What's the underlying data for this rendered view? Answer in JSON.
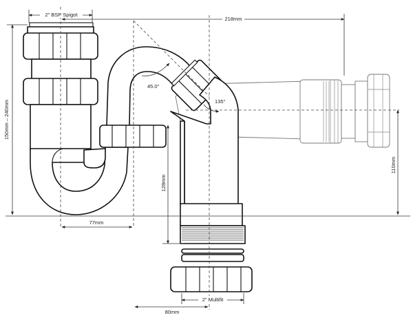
{
  "diagram": {
    "labels": {
      "spigot": "2\" BSP Spigot",
      "width_218": "218mm",
      "height_range": "150mm – 240mm",
      "angle_45": "45.0°",
      "angle_135": "135°",
      "height_128": "128mm",
      "height_110": "110mm",
      "offset_77": "77mm",
      "offset_80": "80mm",
      "multifit": "2\" Multifit"
    }
  }
}
